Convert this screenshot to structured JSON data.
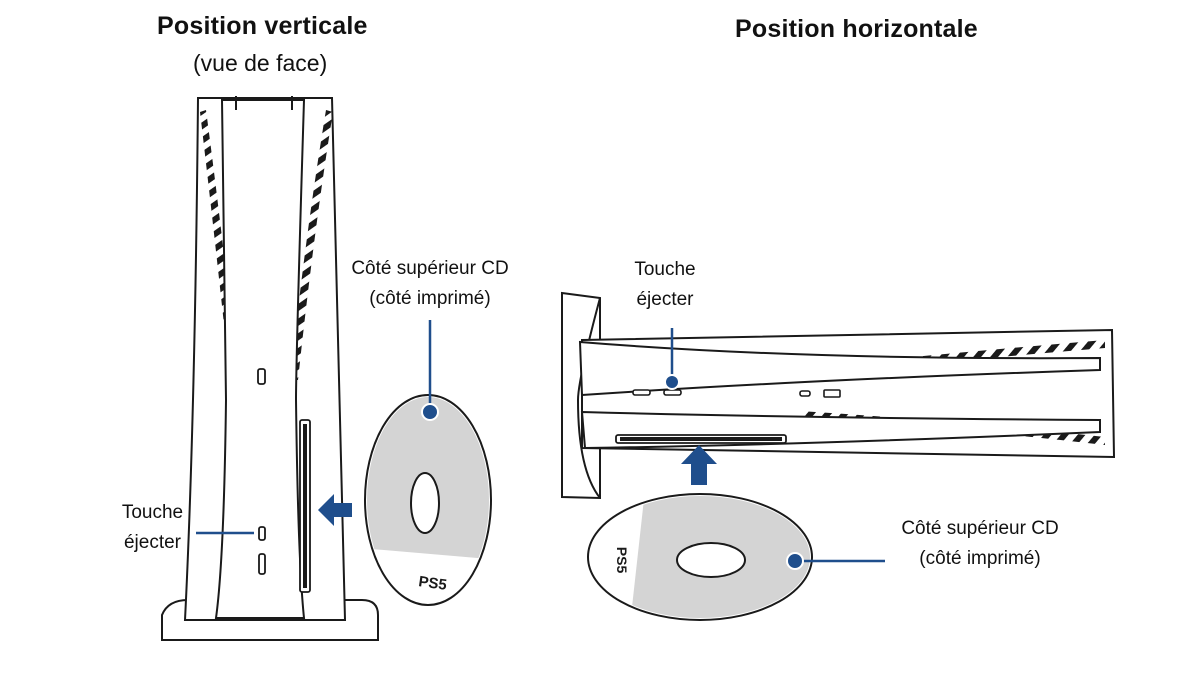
{
  "vertical": {
    "title": "Position verticale",
    "subtitle": "(vue de face)",
    "disc_label_line1": "Côté supérieur CD",
    "disc_label_line2": "(côté imprimé)",
    "eject_label_line1": "Touche",
    "eject_label_line2": "éjecter",
    "disc_logo": "PS5"
  },
  "horizontal": {
    "title": "Position horizontale",
    "eject_label_line1": "Touche",
    "eject_label_line2": "éjecter",
    "disc_label_line1": "Côté supérieur CD",
    "disc_label_line2": "(côté imprimé)",
    "disc_logo": "PS5"
  },
  "colors": {
    "accent_blue": "#1f4e8c",
    "disc_gray": "#d4d4d4",
    "outline": "#1a1a1a"
  }
}
